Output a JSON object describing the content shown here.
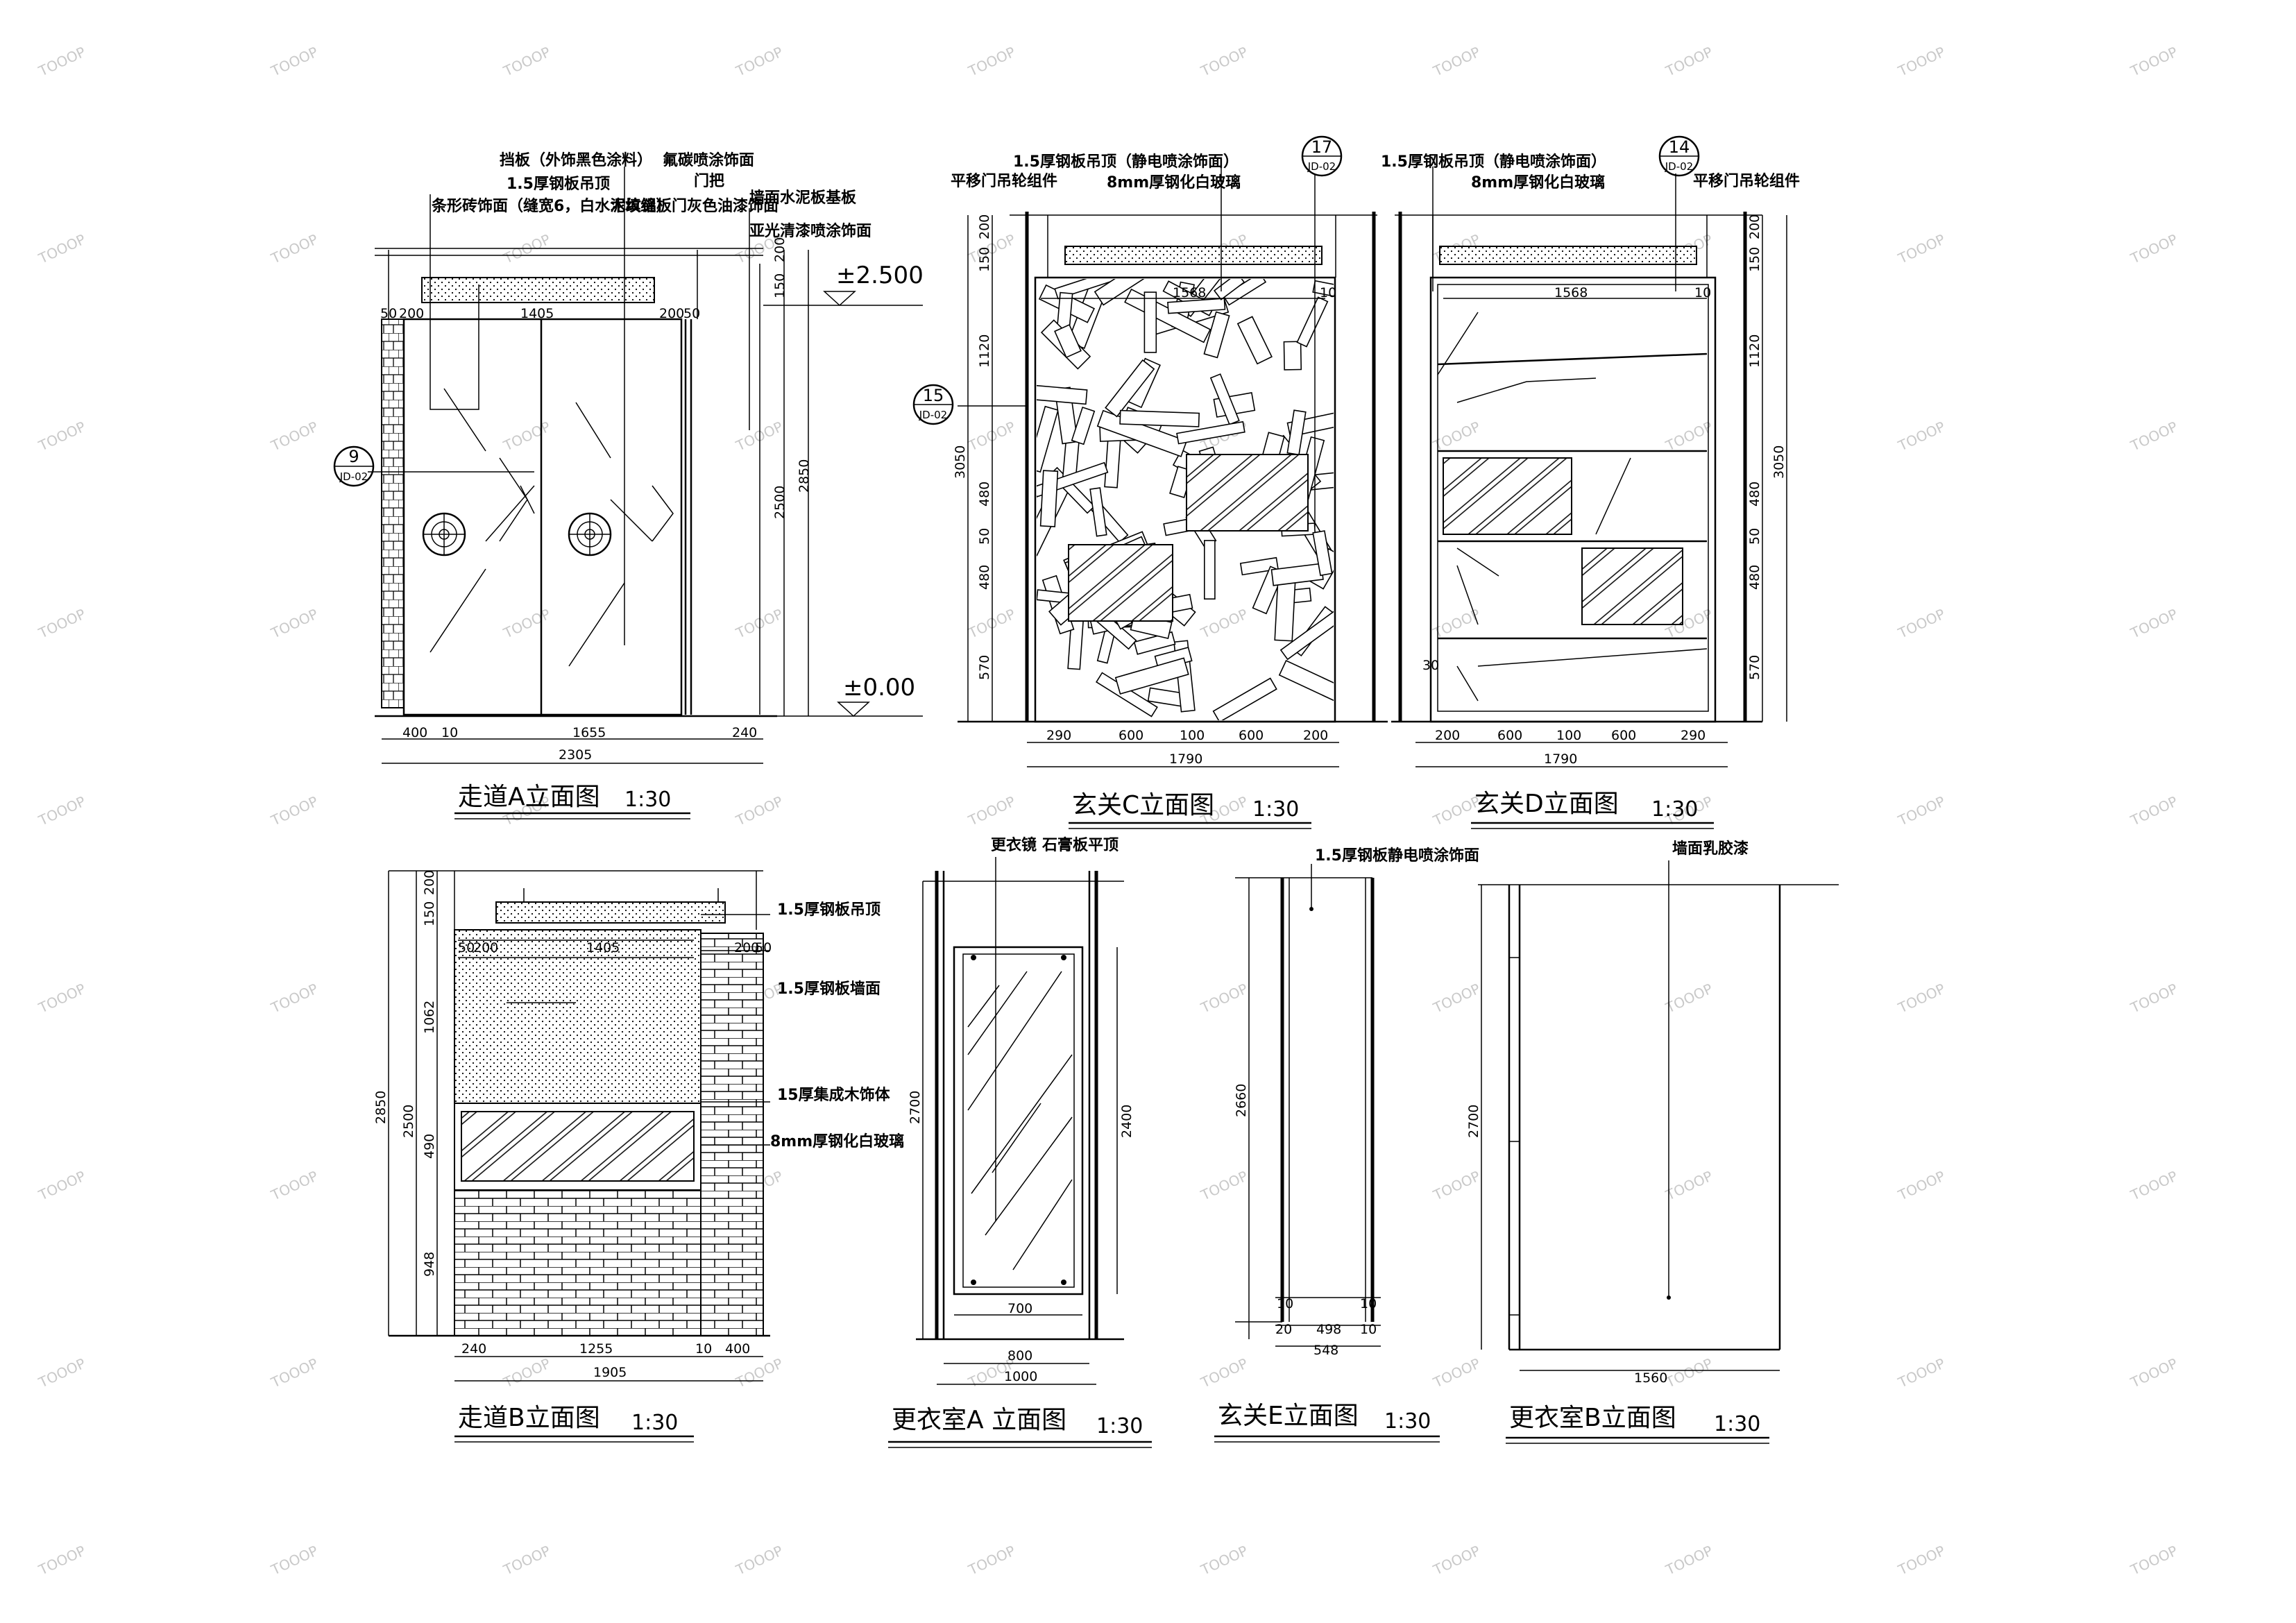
{
  "watermark": "TOOOP",
  "views": {
    "corridor_a": {
      "title": "走道A立面图",
      "scale": "1:30",
      "labels": [
        "挡板（外饰黑色涂料）",
        "氟碳喷涂饰面",
        "1.5厚钢板吊顶",
        "门把",
        "条形砖饰面（缝宽6，白水泥填缝）",
        "墙面水泥板基板",
        "亚光清漆喷涂饰面",
        "木纹铝板门灰色油漆饰面"
      ],
      "levels": [
        "±2.500",
        "±0.00"
      ],
      "dims_top": [
        "50",
        "200",
        "1405",
        "200",
        "50"
      ],
      "dims_bottom": [
        "400",
        "10",
        "1655",
        "240"
      ],
      "dims_total": "2305",
      "dims_right": [
        "200",
        "150",
        "2500",
        "2850"
      ],
      "tag": {
        "num": "9",
        "ref": "JD-02"
      }
    },
    "foyer_c": {
      "title": "玄关C立面图",
      "scale": "1:30",
      "labels": [
        "1.5厚钢板吊顶（静电喷涂饰面）",
        "平移门吊轮组件",
        "8mm厚钢化白玻璃"
      ],
      "dims_top": [
        "1568",
        "10"
      ],
      "dims_bottom": [
        "290",
        "600",
        "100",
        "600",
        "200"
      ],
      "dims_total": "1790",
      "dims_left": [
        "200",
        "150",
        "1120",
        "3050",
        "480",
        "50",
        "480",
        "570"
      ],
      "tags": [
        {
          "num": "17",
          "ref": "JD-02"
        },
        {
          "num": "15",
          "ref": "JD-02"
        }
      ]
    },
    "foyer_d": {
      "title": "玄关D立面图",
      "scale": "1:30",
      "labels": [
        "1.5厚钢板吊顶（静电喷涂饰面）",
        "8mm厚钢化白玻璃",
        "平移门吊轮组件"
      ],
      "dims_top": [
        "1568",
        "10"
      ],
      "dims_bottom": [
        "200",
        "600",
        "100",
        "600",
        "290"
      ],
      "dims_total": "1790",
      "dims_right": [
        "200",
        "150",
        "1120",
        "480",
        "50",
        "480",
        "570",
        "3050"
      ],
      "dims_inner": "30",
      "tag": {
        "num": "14",
        "ref": "JD-02"
      }
    },
    "corridor_b": {
      "title": "走道B立面图",
      "scale": "1:30",
      "labels": [
        "1.5厚钢板吊顶",
        "1.5厚钢板墙面",
        "15厚集成木饰体",
        "8mm厚钢化白玻璃"
      ],
      "dims_top": [
        "50",
        "200",
        "1405",
        "200",
        "50"
      ],
      "dims_bottom": [
        "240",
        "1255",
        "10",
        "400"
      ],
      "dims_total": "1905",
      "dims_left": [
        "200",
        "150",
        "1062",
        "490",
        "948",
        "2500",
        "2850"
      ]
    },
    "dressing_a": {
      "title": "更衣室A 立面图",
      "scale": "1:30",
      "labels": [
        "更衣镜",
        "石膏板平顶"
      ],
      "dims_left": "2700",
      "dims_right": "2400",
      "dims_bottom": [
        "700",
        "800",
        "1000"
      ]
    },
    "foyer_e": {
      "title": "玄关E立面图",
      "scale": "1:30",
      "labels": [
        "1.5厚钢板静电喷涂饰面"
      ],
      "dims_left": "2660",
      "dims_bottom": [
        "10",
        "10",
        "20",
        "498",
        "10",
        "548"
      ]
    },
    "dressing_b": {
      "title": "更衣室B立面图",
      "scale": "1:30",
      "labels": [
        "墙面乳胶漆"
      ],
      "dims_left": "2700",
      "dims_bottom": "1560"
    }
  }
}
